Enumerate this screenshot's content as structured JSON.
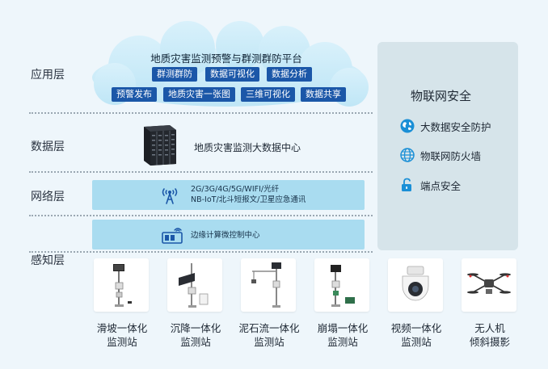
{
  "layers": {
    "app": "应用层",
    "data": "数据层",
    "network": "网络层",
    "perception": "感知层"
  },
  "platform": {
    "title": "地质灾害监测预警与群测群防平台",
    "row1": [
      "群测群防",
      "数据可视化",
      "数据分析"
    ],
    "row2": [
      "预警发布",
      "地质灾害一张图",
      "三维可视化",
      "数据共享"
    ]
  },
  "data_center": {
    "label": "地质灾害监测大数据中心"
  },
  "network": {
    "line1": "2G/3G/4G/5G/WIFI/光纤",
    "line2": "NB-IoT/北斗短报文/卫星应急通讯",
    "edge": "边缘计算微控制中心"
  },
  "security": {
    "title": "物联网安全",
    "items": [
      {
        "label": "大数据安全防护",
        "icon": "globe-icon"
      },
      {
        "label": "物联网防火墙",
        "icon": "network-globe-icon"
      },
      {
        "label": "端点安全",
        "icon": "unlock-icon"
      }
    ]
  },
  "stations": [
    {
      "line1": "滑坡一体化",
      "line2": "监测站",
      "icon": "landslide-station-icon"
    },
    {
      "line1": "沉降一体化",
      "line2": "监测站",
      "icon": "settlement-station-icon"
    },
    {
      "line1": "泥石流一体化",
      "line2": "监测站",
      "icon": "debris-flow-station-icon"
    },
    {
      "line1": "崩塌一体化",
      "line2": "监测站",
      "icon": "collapse-station-icon"
    },
    {
      "line1": "视频一体化",
      "line2": "监测站",
      "icon": "dome-camera-icon"
    },
    {
      "line1": "无人机",
      "line2": "倾斜摄影",
      "icon": "drone-icon"
    }
  ],
  "colors": {
    "background": "#eef6fb",
    "chip": "#1b57a8",
    "band": "#a9dcf0",
    "panel": "#d6e4ea",
    "accent": "#1a8fd6"
  }
}
